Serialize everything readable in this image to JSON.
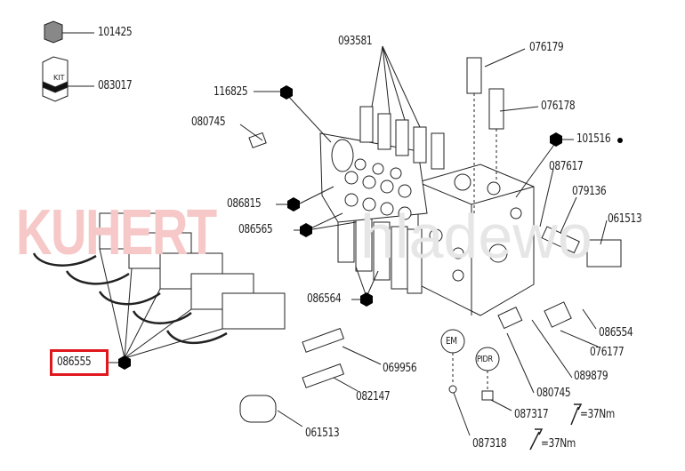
{
  "watermark": {
    "brand": "KUHERT",
    "suffix": "hladewo",
    "brand_color": "#f6c8c8"
  },
  "highlight_color": "#e0181e",
  "labels": {
    "p101425": "101425",
    "p083017": "083017",
    "kit_text": "KIT",
    "p093581": "093581",
    "p076179": "076179",
    "p116825": "116825",
    "p076178": "076178",
    "p080745_top": "080745",
    "p101516": "101516",
    "p087617": "087617",
    "p079136": "079136",
    "p086815": "086815",
    "p061513_right": "061513",
    "p086565": "086565",
    "p086564": "086564",
    "p086554": "086554",
    "p076177": "076177",
    "p086555": "086555",
    "p069956": "069956",
    "p089879": "089879",
    "p082147": "082147",
    "p080745_bottom": "080745",
    "p087317": "087317",
    "torque1": "=37Nm",
    "p061513_bottom": "061513",
    "p087318": "087318",
    "torque2": "=37Nm",
    "em": "EM",
    "pidr": "PIDR"
  }
}
